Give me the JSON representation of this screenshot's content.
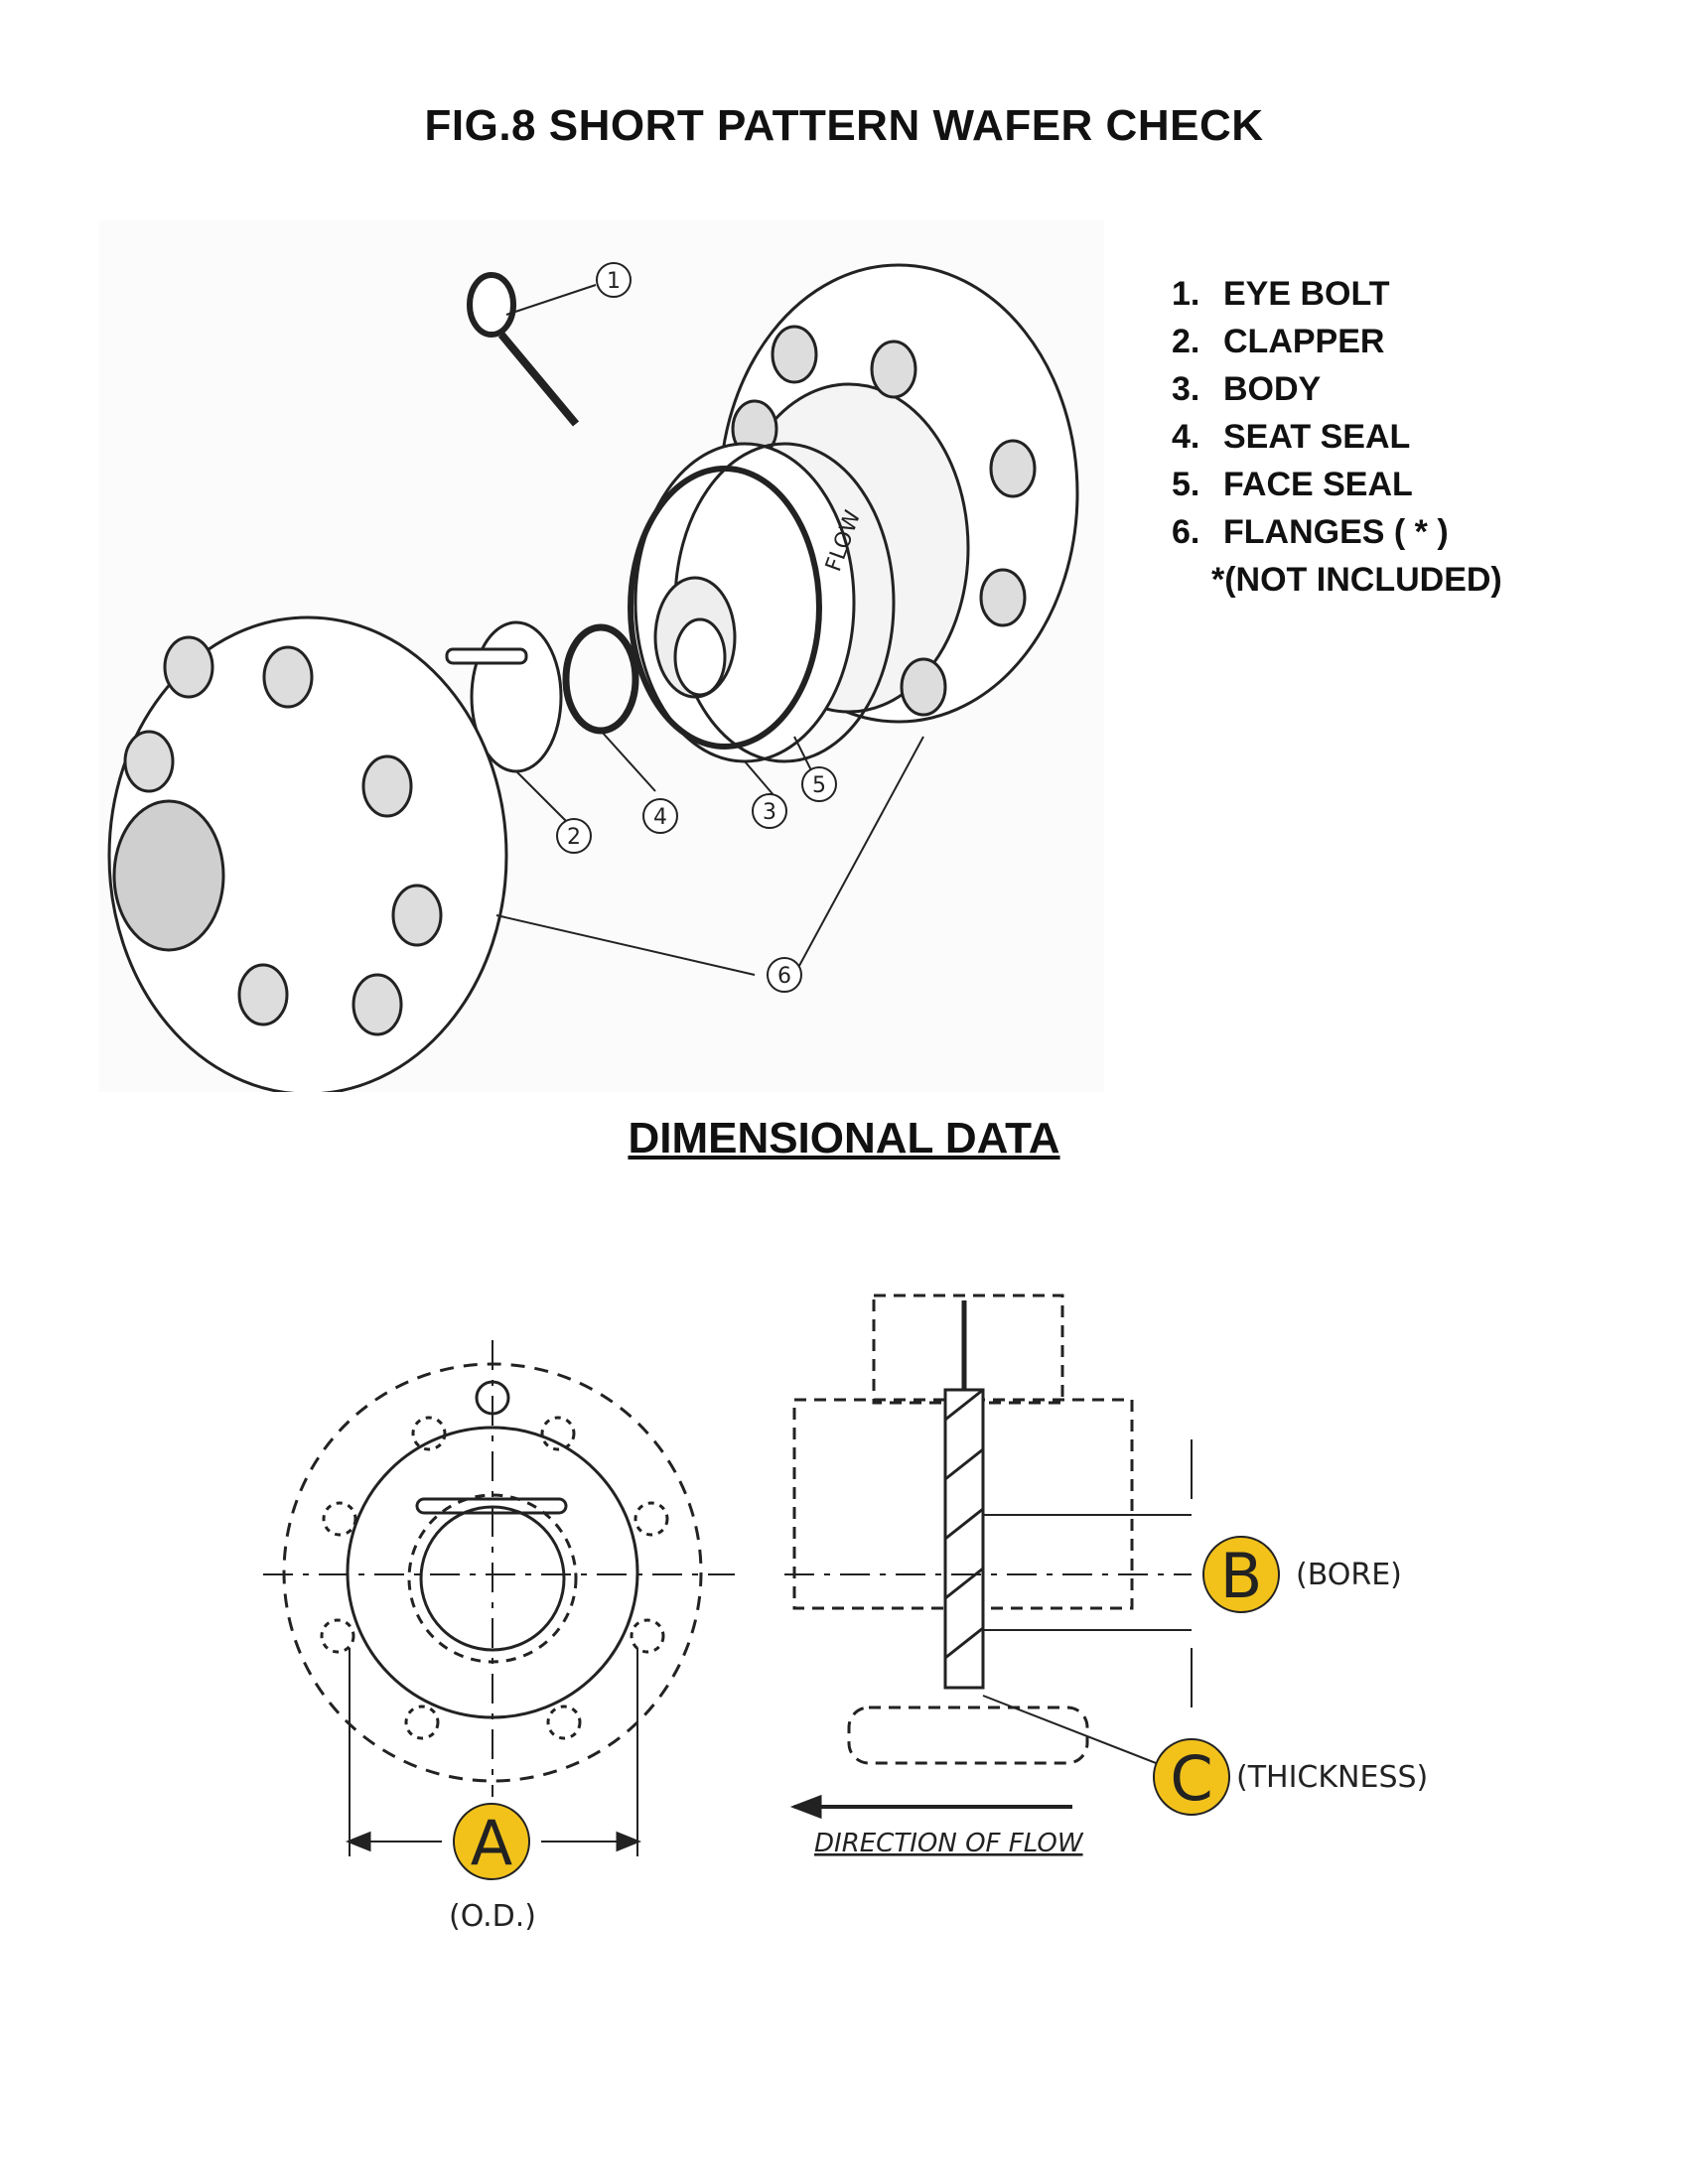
{
  "page": {
    "title": "FIG.8 SHORT PATTERN WAFER CHECK",
    "subtitle": "DIMENSIONAL DATA"
  },
  "parts_list": {
    "items": [
      {
        "num": "1.",
        "label": "EYE BOLT"
      },
      {
        "num": "2.",
        "label": "CLAPPER"
      },
      {
        "num": "3.",
        "label": "BODY"
      },
      {
        "num": "4.",
        "label": "SEAT SEAL"
      },
      {
        "num": "5.",
        "label": "FACE SEAL"
      },
      {
        "num": "6.",
        "label": "FLANGES ( * )"
      }
    ],
    "note": "*(NOT INCLUDED)"
  },
  "exploded_view": {
    "callouts": [
      "1",
      "2",
      "3",
      "4",
      "5",
      "6"
    ],
    "flow_label": "FLOW"
  },
  "dimension_drawing": {
    "labels": {
      "a": "A",
      "a_desc": "(O.D.)",
      "b": "B",
      "b_desc": "(BORE)",
      "c": "C",
      "c_desc": "(THICKNESS)",
      "direction": "DIRECTION OF FLOW"
    },
    "highlight_color": "#f2c21b"
  }
}
